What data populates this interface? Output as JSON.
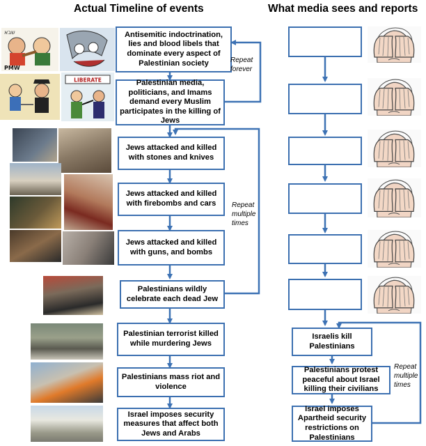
{
  "headings": {
    "left": "Actual Timeline of events",
    "right": "What media sees and reports"
  },
  "actual": [
    "Antisemitic indoctrination, lies and blood libels that dominate every aspect of Palestinian society",
    "Palestinian media, politicians, and Imams demand every Muslim participates in the killing of Jews",
    "Jews attacked and killed with stones and knives",
    "Jews attacked and killed with firebombs and cars",
    "Jews attacked and killed with guns, and bombs",
    "Palestinians wildly celebrate each dead Jew",
    "Palestinian terrorist killed while murdering Jews",
    "Palestinians mass riot and violence",
    "Israel imposes security measures that affect both Jews and Arabs"
  ],
  "media": [
    "Israelis kill Palestinians",
    "Palestinians protest peaceful about Israel killing their civilians",
    "Israel imposes Apartheid security restrictions on Palestinians"
  ],
  "notes": {
    "repeat_forever": "Repeat forever",
    "repeat_multiple_left": "Repeat multiple times",
    "repeat_multiple_right": "Repeat multiple times"
  },
  "cartoon_text": {
    "sign": "שבא",
    "watermark": "PMW",
    "banner": "LIBERATE"
  },
  "colors": {
    "box_border": "#3b6fb0",
    "arrow": "#3d72b4"
  }
}
